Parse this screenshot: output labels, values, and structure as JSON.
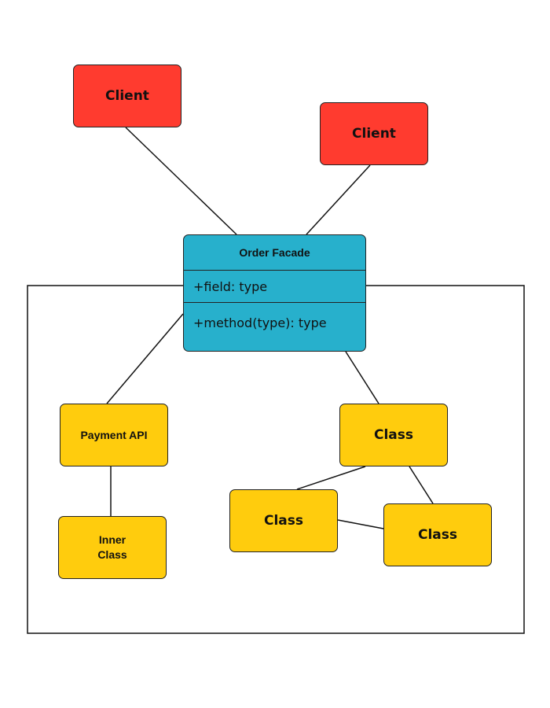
{
  "colors": {
    "client": "#ff3b2f",
    "facade": "#27b0cc",
    "class": "#ffcc0d",
    "line": "#111111"
  },
  "clients": [
    {
      "label": "Client"
    },
    {
      "label": "Client"
    }
  ],
  "facade": {
    "title": "Order Facade",
    "field": "+field: type",
    "method": "+method(type): type"
  },
  "subsystem": {
    "payment_api": "Payment API",
    "inner_class": [
      "Inner",
      "Class"
    ],
    "classes": [
      {
        "label": "Class"
      },
      {
        "label": "Class"
      },
      {
        "label": "Class"
      }
    ]
  }
}
